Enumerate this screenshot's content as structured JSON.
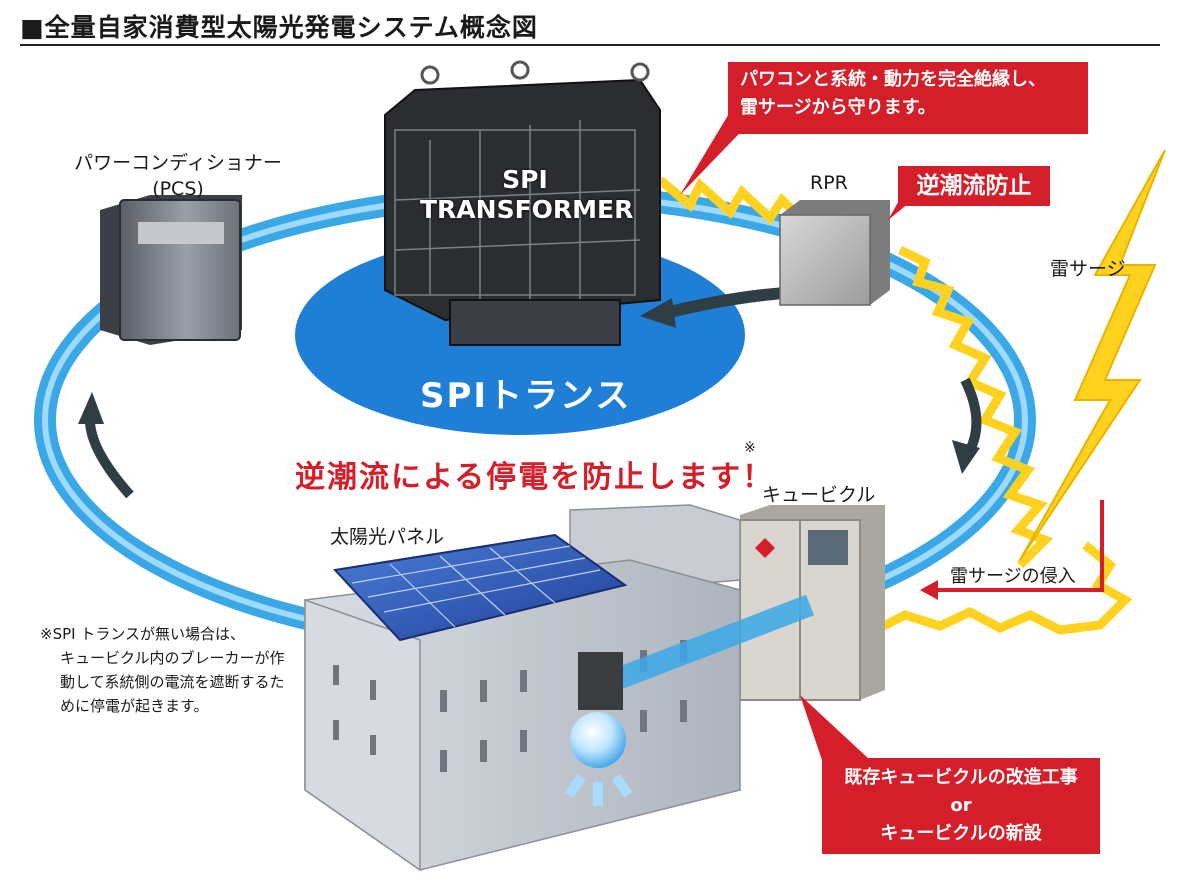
{
  "title": "■全量自家消費型太陽光発電システム概念図",
  "labels": {
    "pcs_line1": "パワーコンディショナー",
    "pcs_line2": "(PCS)",
    "rpr": "RPR",
    "surge": "雷サージ",
    "cubicle": "キュービクル",
    "solar_panel": "太陽光パネル",
    "surge_intrusion": "雷サージの侵入",
    "spi_trans": "SPIトランス",
    "transformer_line1": "SPI",
    "transformer_line2": "TRANSFORMER"
  },
  "callouts": {
    "isolation_line1": "パワコンと系統・動力を完全絶縁し、",
    "isolation_line2": "雷サージから守ります。",
    "reverse_flow": "逆潮流防止",
    "cubicle_line1": "既存キュービクルの改造工事",
    "cubicle_line2": "or",
    "cubicle_line3": "キュービクルの新設"
  },
  "headline": "逆潮流による停電を防止します！",
  "headline_mark": "※",
  "note": {
    "line1": "※SPI トランスが無い場合は、",
    "line2": "キュービクル内のブレーカーが作",
    "line3": "動して系統側の電流を遮断するた",
    "line4": "めに停電が起きます。"
  },
  "colors": {
    "accent_red": "#d41e2a",
    "flow_blue": "#3aa8e6",
    "ellipse_blue": "#1f7fd6",
    "surge_yellow": "#ffd21f",
    "arrow_dark": "#2f3d44"
  }
}
